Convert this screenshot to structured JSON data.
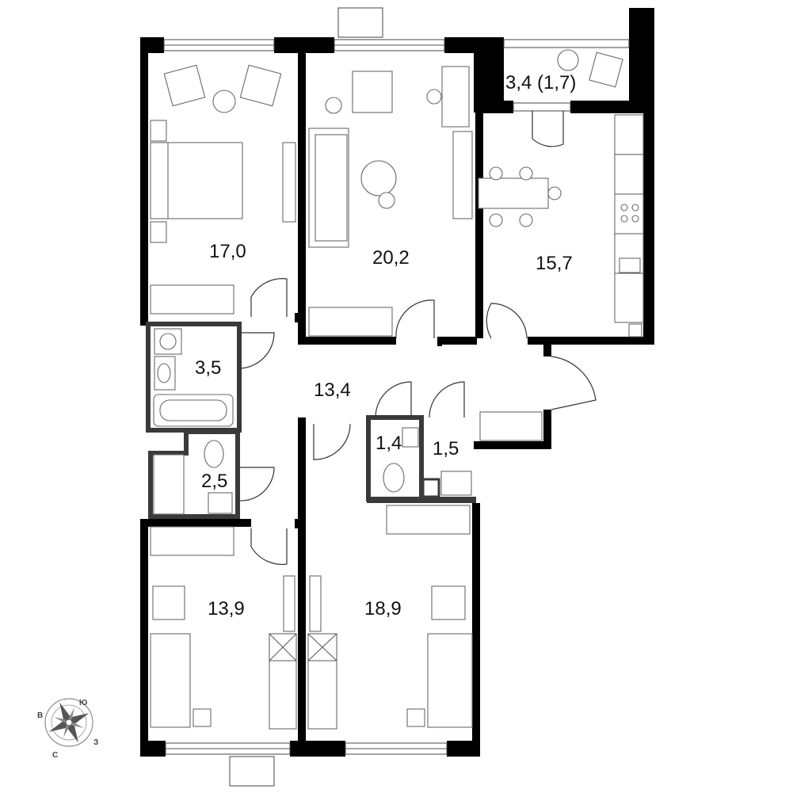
{
  "rooms": [
    {
      "id": "bedroom-top-left",
      "area": "17,0"
    },
    {
      "id": "living-room",
      "area": "20,2"
    },
    {
      "id": "balcony",
      "area": "3,4 (1,7)"
    },
    {
      "id": "kitchen",
      "area": "15,7"
    },
    {
      "id": "bathroom",
      "area": "3,5"
    },
    {
      "id": "hallway",
      "area": "13,4"
    },
    {
      "id": "wc",
      "area": "1,4"
    },
    {
      "id": "storage",
      "area": "1,5"
    },
    {
      "id": "shower-room",
      "area": "2,5"
    },
    {
      "id": "bedroom-bottom-left",
      "area": "13,9"
    },
    {
      "id": "bedroom-bottom-right",
      "area": "18,9"
    }
  ],
  "compass": {
    "north": "С",
    "south": "Ю",
    "west": "З",
    "east": "В"
  },
  "colors": {
    "wall": "#000000",
    "partition": "#3a3a3a",
    "furniture": "#6a6a6a",
    "background": "#ffffff"
  }
}
